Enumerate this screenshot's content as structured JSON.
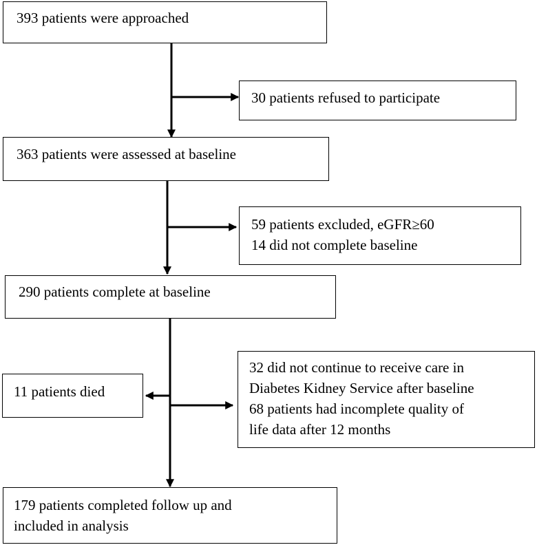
{
  "diagram": {
    "boxes": {
      "approached": {
        "lines": [
          "393 patients were approached"
        ]
      },
      "refused": {
        "lines": [
          "30 patients refused to participate"
        ]
      },
      "assessed": {
        "lines": [
          "363 patients were assessed at baseline"
        ]
      },
      "excluded": {
        "lines": [
          "59 patients excluded, eGFR≥60",
          "14 did not complete baseline"
        ]
      },
      "complete": {
        "lines": [
          "290 patients complete at baseline"
        ]
      },
      "died": {
        "lines": [
          "11 patients died"
        ]
      },
      "lost": {
        "lines": [
          "32 did not continue to receive care in",
          "Diabetes Kidney Service after baseline",
          "68 patients had incomplete quality of",
          "life data after 12 months"
        ]
      },
      "analysis": {
        "lines": [
          "179 patients completed follow up and",
          "included in analysis"
        ]
      }
    },
    "colors": {
      "line": "#000000",
      "background": "#ffffff"
    }
  }
}
